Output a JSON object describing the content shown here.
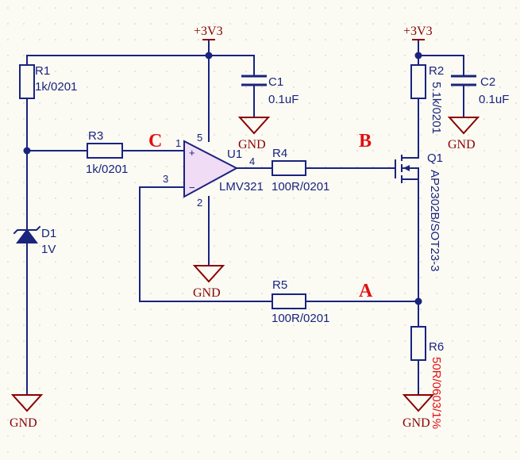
{
  "power": {
    "rail1": "+3V3",
    "rail2": "+3V3",
    "gnd_c1": "GND",
    "gnd_c2": "GND",
    "gnd_opamp": "GND",
    "gnd_d1": "GND",
    "gnd_r6": "GND"
  },
  "components": {
    "r1": {
      "ref": "R1",
      "value": "1k/0201"
    },
    "r2": {
      "ref": "R2",
      "value": "5.1k/0201"
    },
    "r3": {
      "ref": "R3",
      "value": "1k/0201"
    },
    "r4": {
      "ref": "R4",
      "value": "100R/0201"
    },
    "r5": {
      "ref": "R5",
      "value": "100R/0201"
    },
    "r6": {
      "ref": "R6",
      "value": "50R/0603/1%"
    },
    "c1": {
      "ref": "C1",
      "value": "0.1uF"
    },
    "c2": {
      "ref": "C2",
      "value": "0.1uF"
    },
    "d1": {
      "ref": "D1",
      "value": "1V"
    },
    "u1": {
      "ref": "U1",
      "value": "LMV321",
      "plus": "+",
      "minus": "−"
    },
    "q1": {
      "ref": "Q1",
      "value": "AP2302B/SOT23-3"
    }
  },
  "pins": {
    "p1": "1",
    "p2": "2",
    "p3": "3",
    "p4": "4",
    "p5": "5"
  },
  "nodes": {
    "a": "A",
    "b": "B",
    "c": "C"
  },
  "colors": {
    "wire": "#1a237e",
    "power": "#8b0000",
    "node_label": "#e01010",
    "background": "#fbfbf4"
  }
}
